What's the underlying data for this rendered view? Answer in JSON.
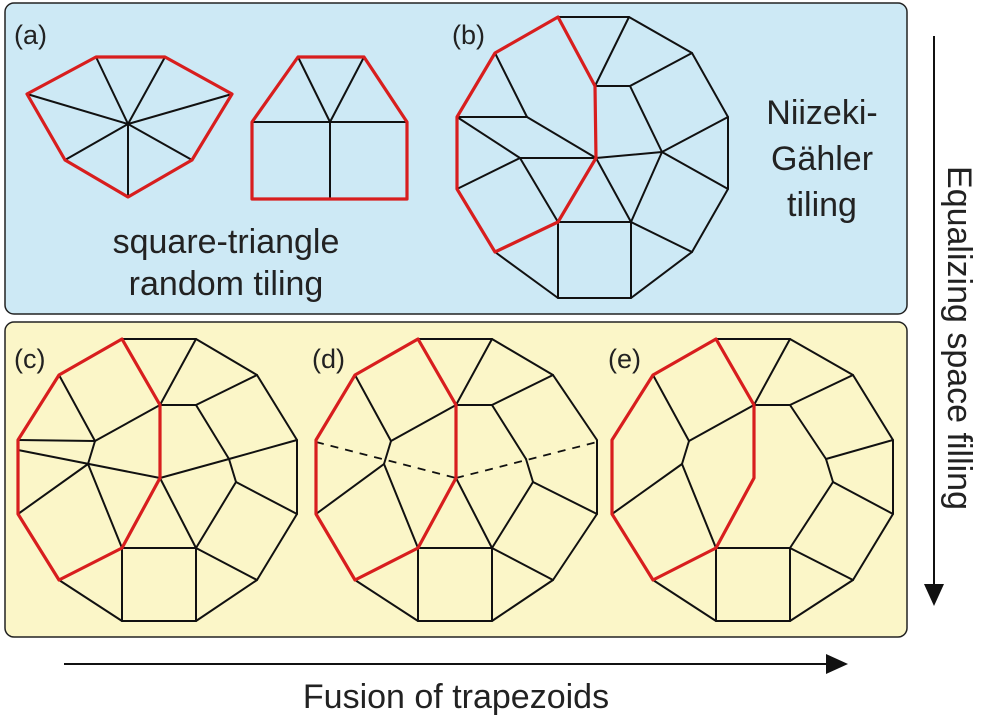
{
  "colors": {
    "top_panel_fill": "#cde9f5",
    "bottom_panel_fill": "#fbf6c8",
    "edge": "#111111",
    "highlight": "#d81e1e"
  },
  "panels": {
    "a": {
      "label": "(a)",
      "caption_line1": "square-triangle",
      "caption_line2": "random tiling"
    },
    "b": {
      "label": "(b)",
      "name_line1": "Niizeki-",
      "name_line2": "Gähler",
      "name_line3": "tiling"
    },
    "c": {
      "label": "(c)"
    },
    "d": {
      "label": "(d)"
    },
    "e": {
      "label": "(e)"
    }
  },
  "arrows": {
    "right_label": "Equalizing space filling",
    "bottom_label": "Fusion of trapezoids"
  }
}
